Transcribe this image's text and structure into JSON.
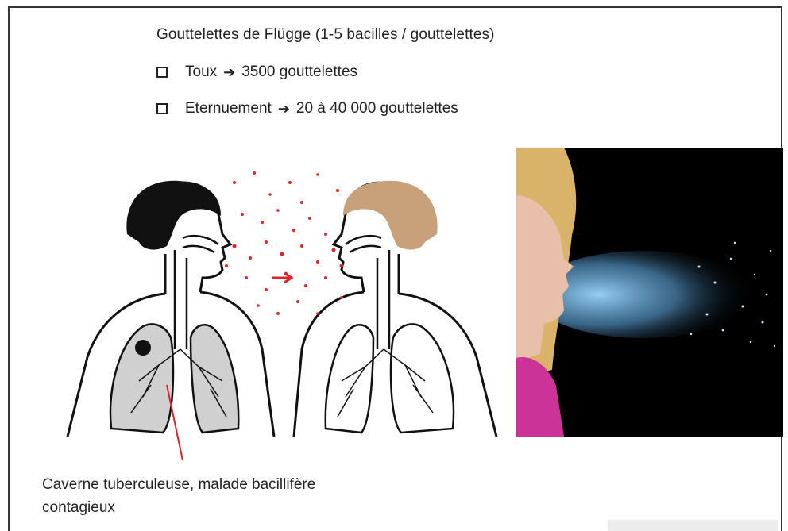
{
  "slide": {
    "title": "Gouttelettes de Flügge (1-5 bacilles / gouttelettes)",
    "bullets": [
      {
        "before": "Toux",
        "arrow": "➔",
        "after": "3500 gouttelettes"
      },
      {
        "before": "Eternuement",
        "arrow": "➔",
        "after": "20 à 40 000 gouttelettes"
      }
    ],
    "caption_line1": "Caverne tuberculeuse, malade bacillifère",
    "caption_line2": "contagieux"
  },
  "colors": {
    "droplet": "#e0242a",
    "hair_left": "#111111",
    "hair_right": "#c8a07a",
    "lung_fill": "#d0d0d0",
    "photo_bg": "#000000",
    "skin": "#e8bfa8",
    "shirt": "#cc3399",
    "spray": "#7ec8ff"
  }
}
